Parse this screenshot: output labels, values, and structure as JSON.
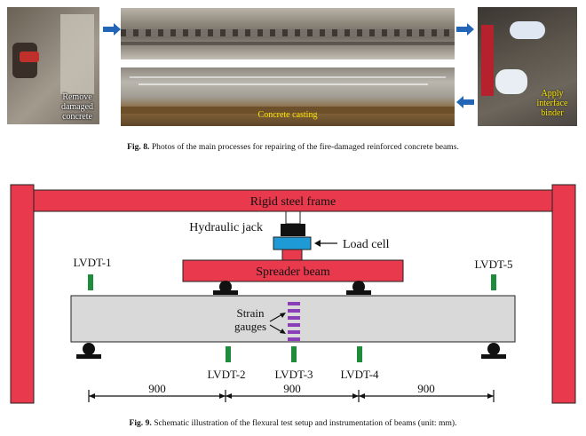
{
  "fig8": {
    "label": "Fig. 8.",
    "caption": "Photos of the main processes for repairing of the fire-damaged reinforced concrete beams.",
    "photos": {
      "remove": [
        "Remove",
        "damaged",
        "concrete"
      ],
      "casting": "Concrete casting",
      "apply": [
        "Apply",
        "interface",
        "binder"
      ]
    }
  },
  "fig9": {
    "label": "Fig. 9.",
    "caption": "Schematic illustration of the flexural test setup and instrumentation of beams (unit: mm).",
    "frame_label": "Rigid steel frame",
    "jack_label": "Hydraulic jack",
    "load_cell_label": "Load cell",
    "spreader_label": "Spreader beam",
    "strain_label_1": "Strain",
    "strain_label_2": "gauges",
    "lvdt": [
      "LVDT-1",
      "LVDT-2",
      "LVDT-3",
      "LVDT-4",
      "LVDT-5"
    ],
    "dimensions": [
      "900",
      "900",
      "900"
    ]
  },
  "colors": {
    "frame_red": "#e8394d",
    "beam_gray": "#d9d9d9",
    "load_cell_blue": "#1e9bd7",
    "lvdt_green": "#1e8c3c",
    "gauge_purple": "#8a3fb8",
    "arrow_blue": "#2366b8",
    "caption_yellow": "#ffe600"
  }
}
